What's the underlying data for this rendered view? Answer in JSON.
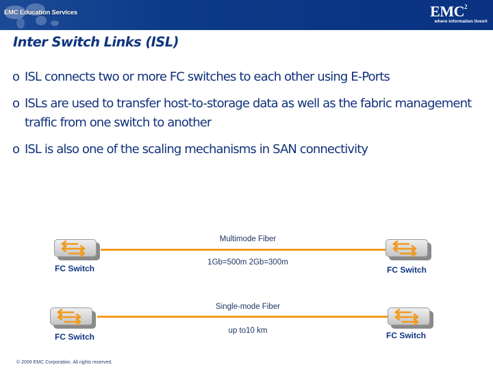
{
  "header": {
    "left_brand": "EMC Education Services",
    "logo_text": "EMC",
    "logo_superscript": "2",
    "tagline": "where information lives®",
    "colors": {
      "banner": "#0d3a88",
      "accent": "#f29a1e",
      "text": "#11317a"
    }
  },
  "slide": {
    "title": "Inter Switch Links (ISL)",
    "bullet_marker": "o",
    "bullets": [
      {
        "text": "ISL connects two or more FC switches to each other using E-Ports"
      },
      {
        "text": "ISLs are used to transfer host-to-storage data as well as the fabric management traffic from one switch to another"
      },
      {
        "text": "ISL is also one of the scaling mechanisms in SAN connectivity"
      }
    ]
  },
  "diagram": {
    "links": [
      {
        "type_label": "Multimode Fiber",
        "spec_label": "1Gb=500m  2Gb=300m",
        "left_switch": "FC Switch",
        "right_switch": "FC Switch"
      },
      {
        "type_label": "Single-mode Fiber",
        "spec_label": "up to10 km",
        "left_switch": "FC Switch",
        "right_switch": "FC Switch"
      }
    ],
    "switch_icon": "switch-arrows-icon"
  },
  "footer": {
    "copyright": "© 2009 EMC Corporation. All rights reserved."
  }
}
